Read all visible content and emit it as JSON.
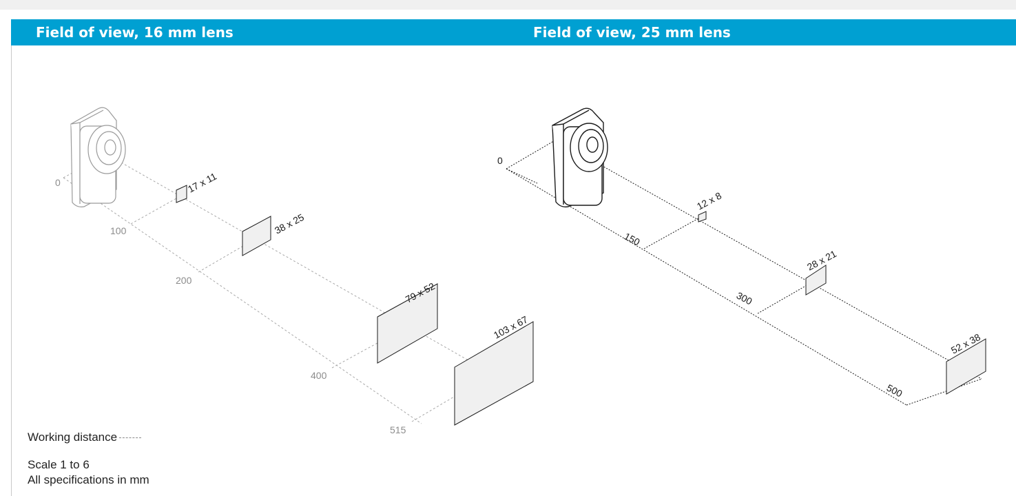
{
  "panels": {
    "left": {
      "title": "Field of view, 16 mm lens"
    },
    "right": {
      "title": "Field of view, 25 mm lens"
    }
  },
  "distances_16mm": [
    "0",
    "100",
    "200",
    "400",
    "515"
  ],
  "fov_16mm": [
    "17 x 11",
    "38 x 25",
    "79 x 52",
    "103 x 67"
  ],
  "distances_25mm": [
    "0",
    "150",
    "300",
    "500"
  ],
  "fov_25mm": [
    "12 x 8",
    "28 x 21",
    "52 x 38"
  ],
  "legend": {
    "working_distance": "Working distance",
    "scale": "Scale 1 to 6",
    "units": "All specifications in mm"
  },
  "colors": {
    "header_bg": "#00a0d2",
    "left_lines": "#a0a0a0",
    "right_lines": "#1a1a1a"
  }
}
